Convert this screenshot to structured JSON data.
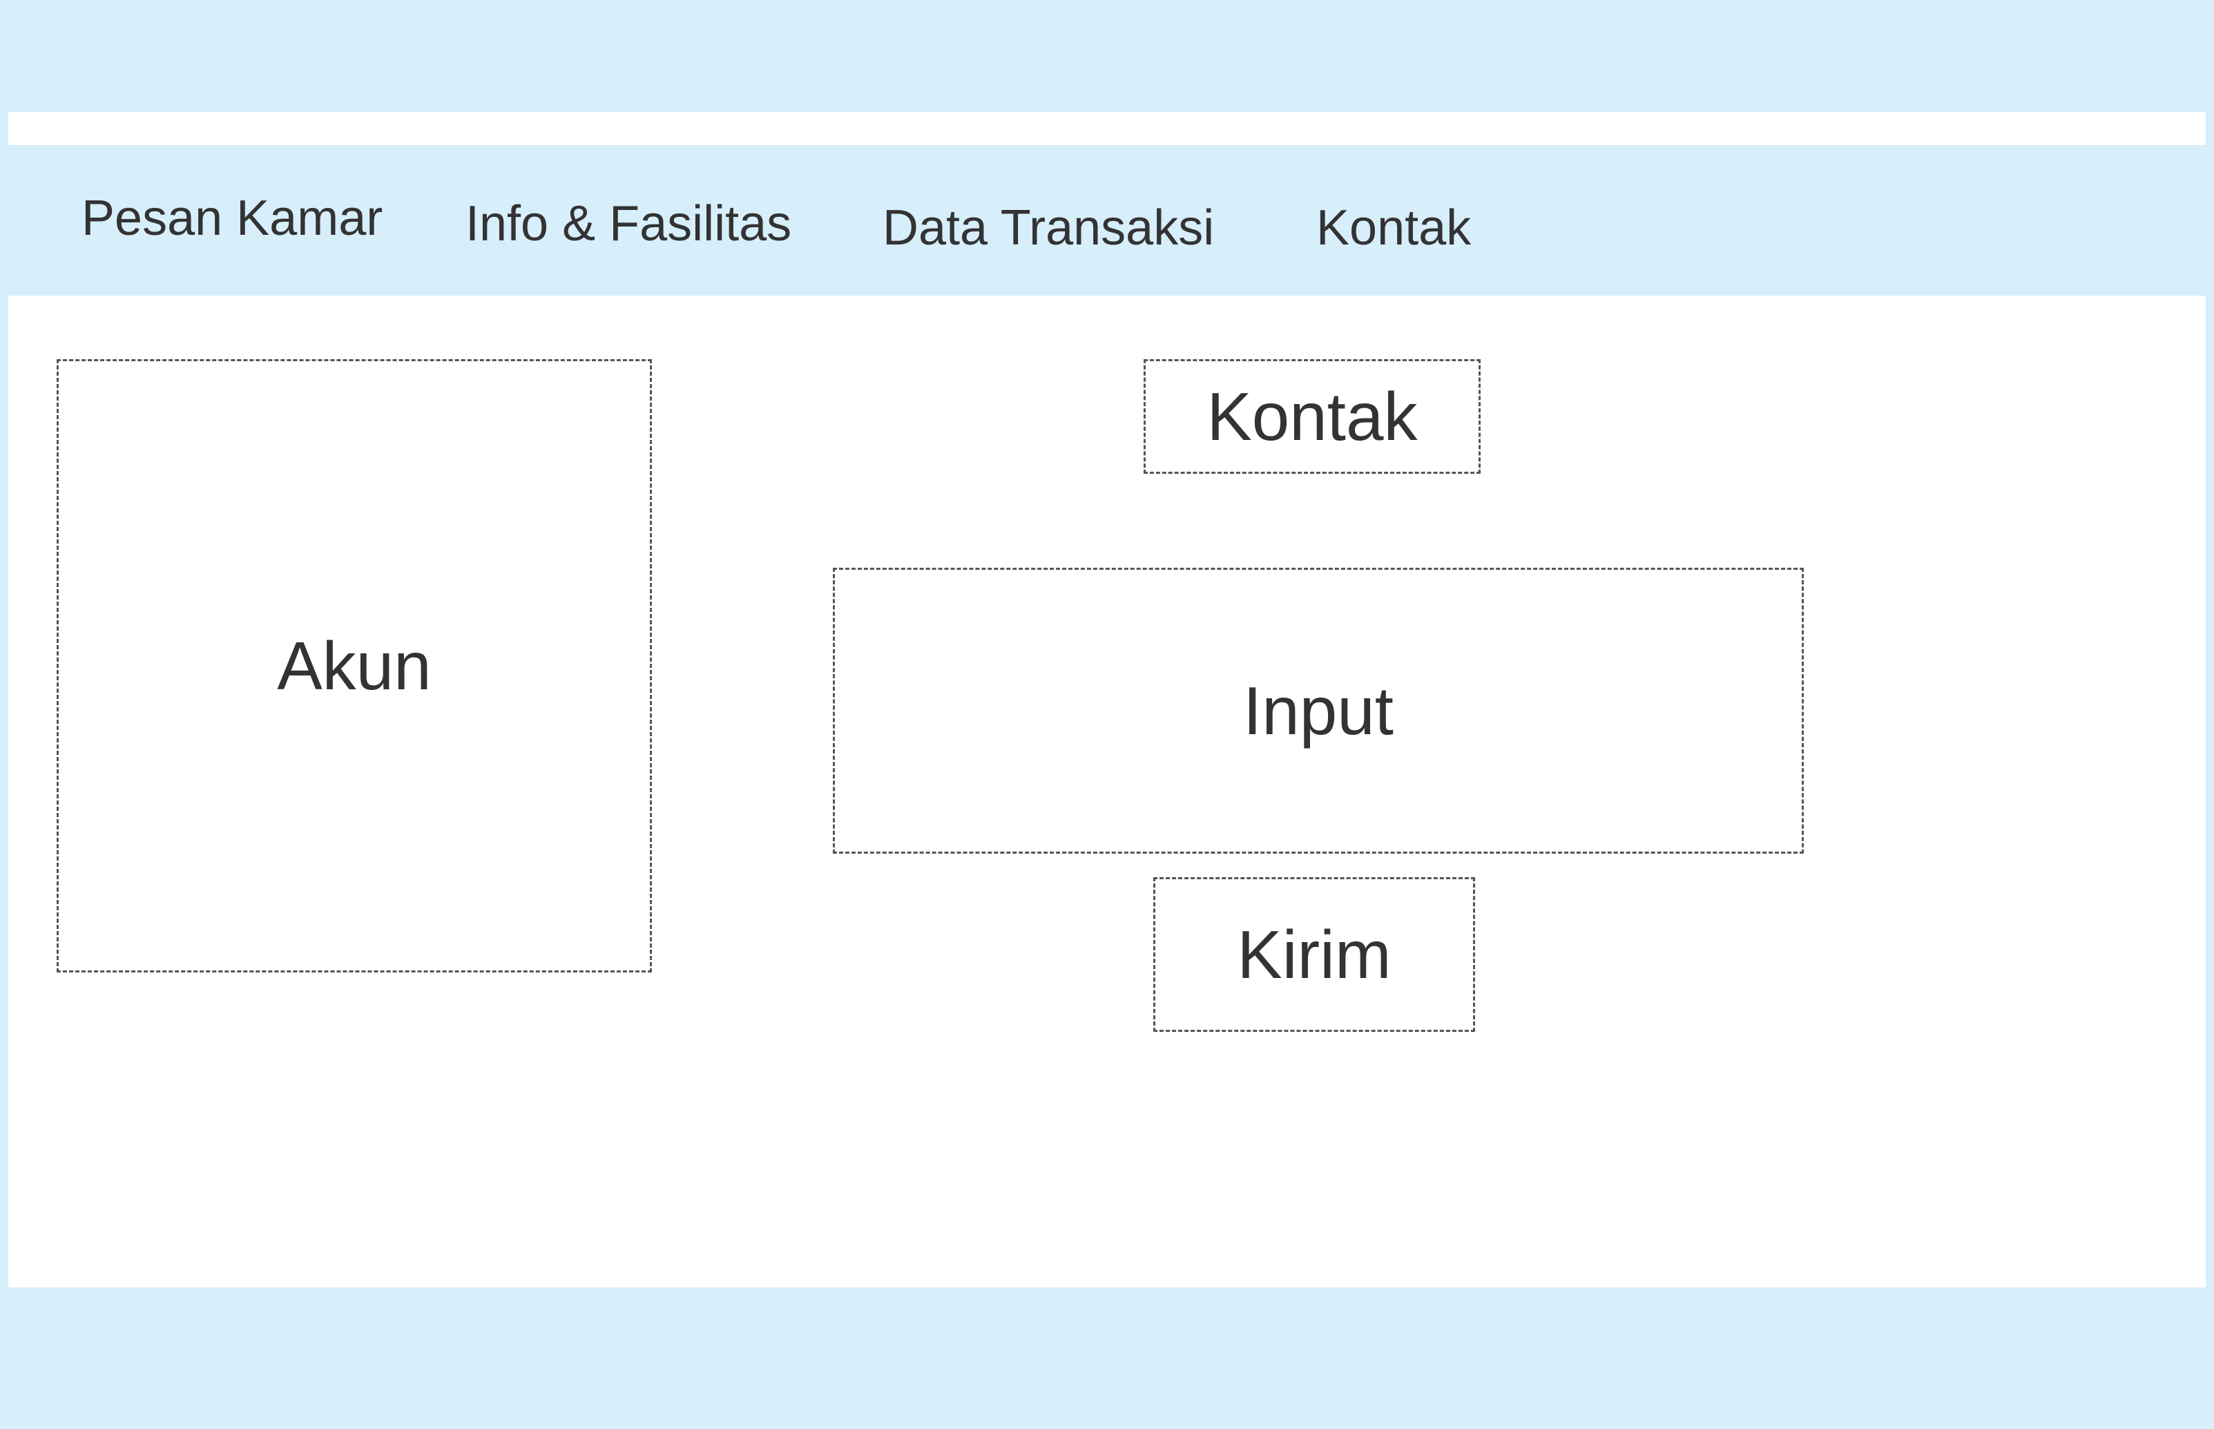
{
  "nav": {
    "items": [
      {
        "label": "Pesan Kamar"
      },
      {
        "label": "Info & Fasilitas"
      },
      {
        "label": "Data Transaksi"
      },
      {
        "label": "Kontak"
      }
    ]
  },
  "main": {
    "account_panel": {
      "label": "Akun"
    },
    "contact_title": {
      "label": "Kontak"
    },
    "input_area": {
      "label": "Input"
    },
    "submit_button": {
      "label": "Kirim"
    }
  },
  "colors": {
    "band": "#d7eefb",
    "text": "#333333",
    "border": "#555555"
  }
}
